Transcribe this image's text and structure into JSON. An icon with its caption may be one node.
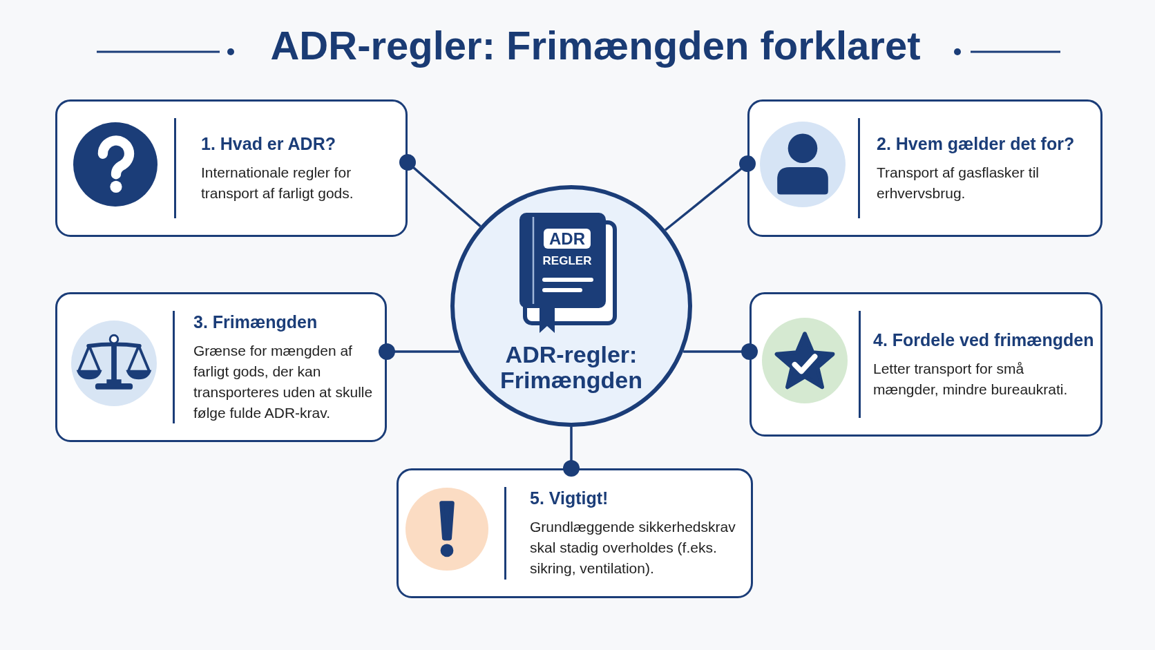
{
  "diagram": {
    "title": "ADR-regler: Frimængden forklaret",
    "nodes": [
      {
        "text": [
          "ADR",
          "REGLER",
          "ADR-regler: Frimængden"
        ]
      },
      {
        "text": [
          "1. Hvad er ADR?",
          "Internationale regler for transport af farligt gods."
        ]
      },
      {
        "text": [
          "2. Hvem gælder det for?",
          "Transport af gasflasker til erhvervsbrug."
        ]
      },
      {
        "text": [
          "3. Frimængden",
          "Grænse for mængden af farligt gods, der kan transporteres uden at skulle følge fulde ADR-krav."
        ]
      },
      {
        "text": [
          "4. Fordele ved frimængden",
          "Letter transport for små mængder, mindre bureaukrati."
        ]
      },
      {
        "text": [
          "5. Vigtigt!",
          "Grundlæggende sikkerhedskrav skal stadig overholdes (f.eks. sikring, ventilation)."
        ]
      }
    ],
    "edges": [
      {
        "from": 0,
        "to": 1,
        "arrow": "other"
      },
      {
        "from": 0,
        "to": 2,
        "arrow": "other"
      },
      {
        "from": 0,
        "to": 3,
        "arrow": "other"
      },
      {
        "from": 0,
        "to": 4,
        "arrow": "other"
      },
      {
        "from": 0,
        "to": 5,
        "arrow": "other"
      }
    ]
  }
}
